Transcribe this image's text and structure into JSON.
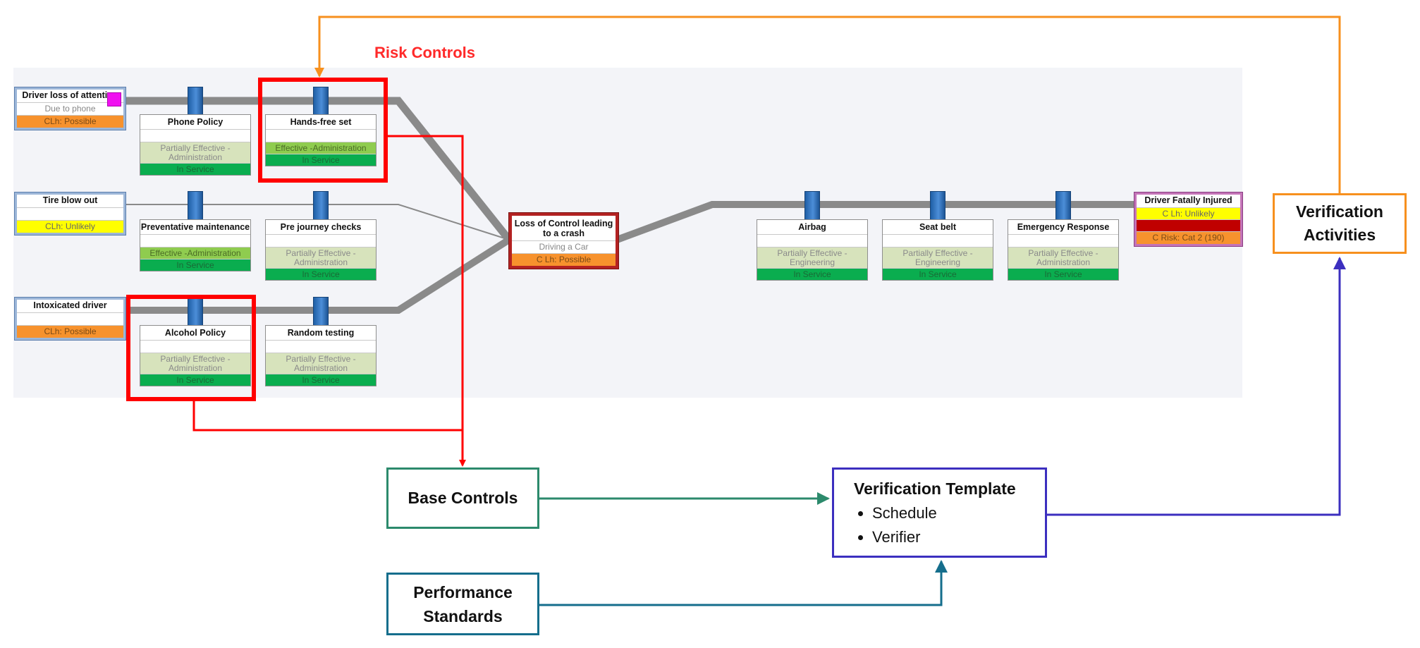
{
  "caption": "Risk Controls",
  "threats": [
    {
      "title": "Driver loss of attention",
      "sub": "Due to phone",
      "clh": "CLh: Possible",
      "clh_color": "#f7922d"
    },
    {
      "title": "Tire blow out",
      "sub": "",
      "clh": "CLh: Unlikely",
      "clh_color": "#ffff00"
    },
    {
      "title": "Intoxicated driver",
      "sub": "",
      "clh": "CLh: Possible",
      "clh_color": "#f7922d"
    }
  ],
  "controls": [
    {
      "title": "Phone Policy",
      "eff": "Partially Effective - Administration",
      "status": "In Service"
    },
    {
      "title": "Hands-free set",
      "eff": "Effective -Administration",
      "status": "In Service"
    },
    {
      "title": "Preventative maintenance",
      "eff": "Effective -Administration",
      "status": "In Service"
    },
    {
      "title": "Pre journey checks",
      "eff": "Partially Effective - Administration",
      "status": "In Service"
    },
    {
      "title": "Alcohol Policy",
      "eff": "Partially Effective - Administration",
      "status": "In Service"
    },
    {
      "title": "Random testing",
      "eff": "Partially Effective - Administration",
      "status": "In Service"
    },
    {
      "title": "Airbag",
      "eff": "Partially Effective - Engineering",
      "status": "In Service"
    },
    {
      "title": "Seat belt",
      "eff": "Partially Effective - Engineering",
      "status": "In Service"
    },
    {
      "title": "Emergency Response",
      "eff": "Partially Effective - Administration",
      "status": "In Service"
    }
  ],
  "top_event": {
    "title": "Loss of Control leading to a crash",
    "sub": "Driving a Car",
    "clh": "C Lh: Possible"
  },
  "consequence": {
    "title": "Driver Fatally Injured",
    "clh": "C Lh: Unlikely",
    "severity": "",
    "risk": "C Risk: Cat 2 (190)"
  },
  "flow": {
    "base_controls": "Base Controls",
    "performance_standards": "Performance Standards",
    "verification_template": {
      "title": "Verification Template",
      "items": [
        "Schedule",
        "Verifier"
      ]
    },
    "verification_activities": "Verification Activities"
  },
  "colors": {
    "red": "#ff0000",
    "orange": "#f7901e",
    "green": "#2c8a6c",
    "teal": "#156e8c",
    "purple": "#3c2fbf",
    "in_service": "#0aad4f",
    "partial": "#d7e3bc",
    "effective": "#8fcc4f"
  }
}
